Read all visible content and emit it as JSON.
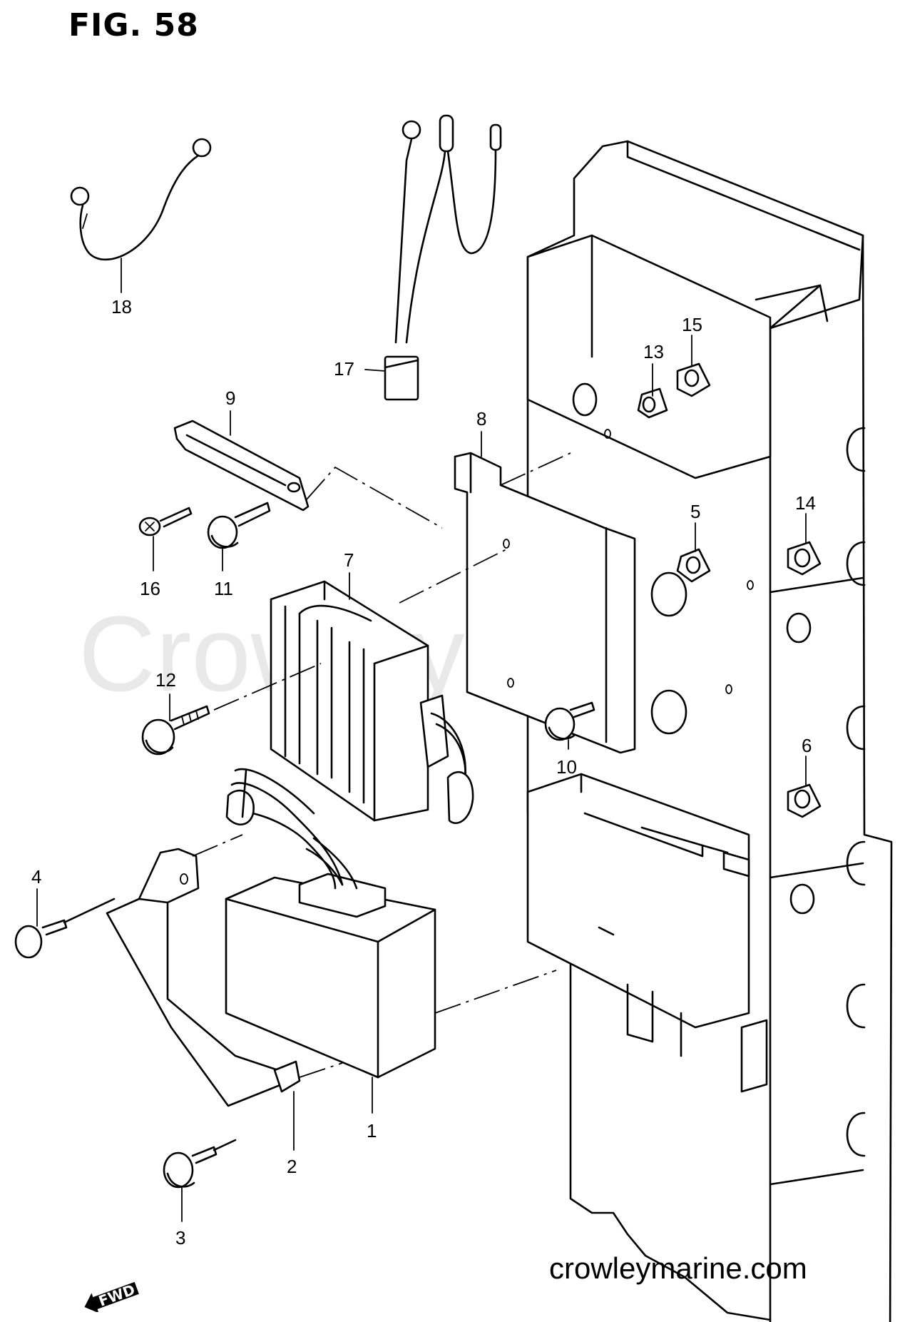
{
  "figure": {
    "title": "FIG. 58"
  },
  "watermark": "Crowley Marine",
  "site": "crowleymarine.com",
  "fwd_label": "FWD",
  "callouts": [
    "1",
    "2",
    "3",
    "4",
    "5",
    "6",
    "7",
    "8",
    "9",
    "10",
    "11",
    "12",
    "13",
    "14",
    "15",
    "16",
    "17",
    "18"
  ]
}
